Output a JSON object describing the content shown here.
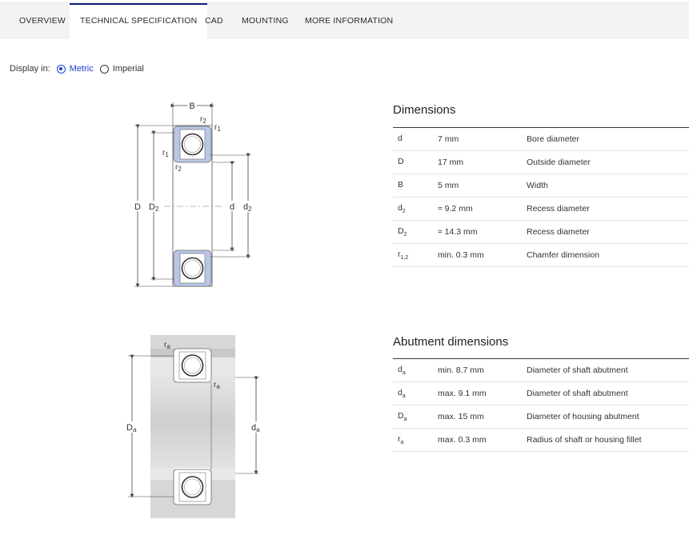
{
  "tabs": [
    {
      "label": "OVERVIEW"
    },
    {
      "label": "TECHNICAL SPECIFICATION"
    },
    {
      "label": "CAD"
    },
    {
      "label": "MOUNTING"
    },
    {
      "label": "MORE INFORMATION"
    }
  ],
  "display": {
    "label": "Display in:",
    "options": [
      {
        "label": "Metric",
        "selected": true
      },
      {
        "label": "Imperial",
        "selected": false
      }
    ]
  },
  "colors": {
    "accent": "#1e3fd1",
    "active_tab_border": "#0f1f7a",
    "seal_blue": "#b9c6e8",
    "bore_grey": "#d7d7d7"
  },
  "dimensions": {
    "title": "Dimensions",
    "rows": [
      {
        "sym": "d",
        "sub": "",
        "value": "7 mm",
        "desc": "Bore diameter"
      },
      {
        "sym": "D",
        "sub": "",
        "value": "17 mm",
        "desc": "Outside diameter"
      },
      {
        "sym": "B",
        "sub": "",
        "value": "5 mm",
        "desc": "Width"
      },
      {
        "sym": "d",
        "sub": "2",
        "value": "≈ 9.2 mm",
        "desc": "Recess diameter"
      },
      {
        "sym": "D",
        "sub": "2",
        "value": "≈ 14.3 mm",
        "desc": "Recess diameter"
      },
      {
        "sym": "r",
        "sub": "1,2",
        "value": "min. 0.3 mm",
        "desc": "Chamfer dimension"
      }
    ]
  },
  "abutment": {
    "title": "Abutment dimensions",
    "rows": [
      {
        "sym": "d",
        "sub": "a",
        "value": "min. 8.7 mm",
        "desc": "Diameter of shaft abutment"
      },
      {
        "sym": "d",
        "sub": "a",
        "value": "max. 9.1 mm",
        "desc": "Diameter of shaft abutment"
      },
      {
        "sym": "D",
        "sub": "a",
        "value": "max. 15 mm",
        "desc": "Diameter of housing abutment"
      },
      {
        "sym": "r",
        "sub": "a",
        "value": "max. 0.3 mm",
        "desc": "Radius of shaft or housing fillet"
      }
    ]
  },
  "drawing1": {
    "B": "B",
    "r1": "r",
    "r1_sub": "1",
    "r2": "r",
    "r2_sub": "2",
    "D": "D",
    "D2": "D",
    "D2_sub": "2",
    "d": "d",
    "d2": "d",
    "d2_sub": "2"
  },
  "drawing2": {
    "ra": "r",
    "ra_sub": "a",
    "Da": "D",
    "Da_sub": "a",
    "da": "d",
    "da_sub": "a"
  }
}
